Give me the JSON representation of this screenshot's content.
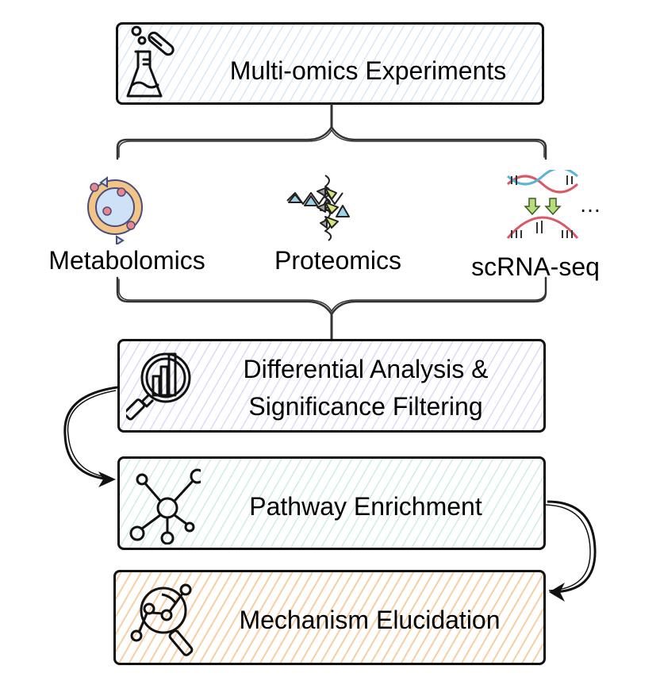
{
  "diagram": {
    "steps": [
      {
        "label": "Multi-omics Experiments",
        "icon": "flask-test-tube-icon",
        "color": "#dbe6f8"
      },
      {
        "label_line1": "Differential Analysis &",
        "label_line2": "Significance Filtering",
        "icon": "magnifier-bar-chart-icon",
        "color": "#dcdaf7"
      },
      {
        "label": "Pathway Enrichment",
        "icon": "network-hub-icon",
        "color": "#cfede4"
      },
      {
        "label": "Mechanism Elucidation",
        "icon": "magnifier-graph-icon",
        "color": "#f6cfa3"
      }
    ],
    "omics": [
      {
        "label": "Metabolomics",
        "icon": "metabolism-cycle-icon"
      },
      {
        "label": "Proteomics",
        "icon": "protein-helix-icon"
      },
      {
        "label": "scRNA-seq",
        "icon": "dna-transcription-icon"
      }
    ],
    "ellipsis": "…"
  }
}
